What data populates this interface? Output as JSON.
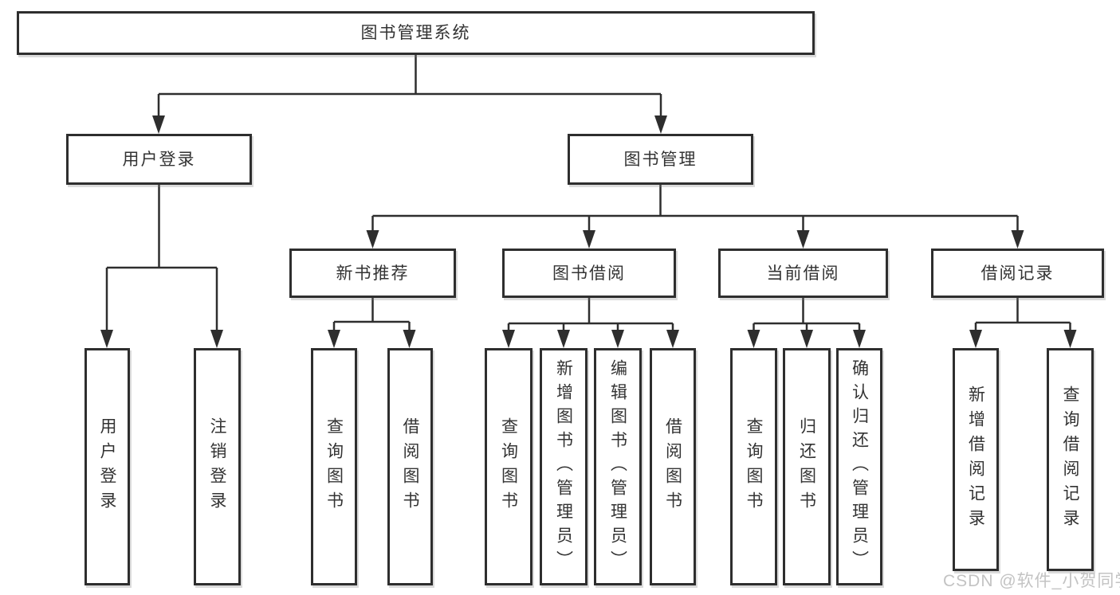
{
  "diagram": {
    "root": {
      "label": "图书管理系统"
    },
    "user_login": {
      "label": "用户登录",
      "children": {
        "login": {
          "label": "用户登录"
        },
        "logout": {
          "label": "注销登录"
        }
      }
    },
    "book_management": {
      "label": "图书管理",
      "children": {
        "new_book_recommend": {
          "label": "新书推荐",
          "children": {
            "query_books": {
              "label": "查询图书"
            },
            "borrow_books": {
              "label": "借阅图书"
            }
          }
        },
        "book_borrowing": {
          "label": "图书借阅",
          "children": {
            "query_books": {
              "label": "查询图书"
            },
            "add_books_admin": {
              "label": "新增图书（管理员）"
            },
            "edit_books_admin": {
              "label": "编辑图书（管理员）"
            },
            "borrow_books": {
              "label": "借阅图书"
            }
          }
        },
        "current_borrowing": {
          "label": "当前借阅",
          "children": {
            "query_books": {
              "label": "查询图书"
            },
            "return_books": {
              "label": "归还图书"
            },
            "confirm_return_admin": {
              "label": "确认归还（管理员）"
            }
          }
        },
        "borrowing_records": {
          "label": "借阅记录",
          "children": {
            "add_borrow_record": {
              "label": "新增借阅记录"
            },
            "query_borrow_record": {
              "label": "查询借阅记录"
            }
          }
        }
      }
    }
  },
  "watermark": {
    "text": "CSDN @软件_小贺同学",
    "color": "#c3c3c3"
  },
  "colors": {
    "line": "#2e2e2e",
    "box_border": "#2e2e2e",
    "box_fill": "#ffffff",
    "text": "#333333",
    "background": "#ffffff"
  }
}
